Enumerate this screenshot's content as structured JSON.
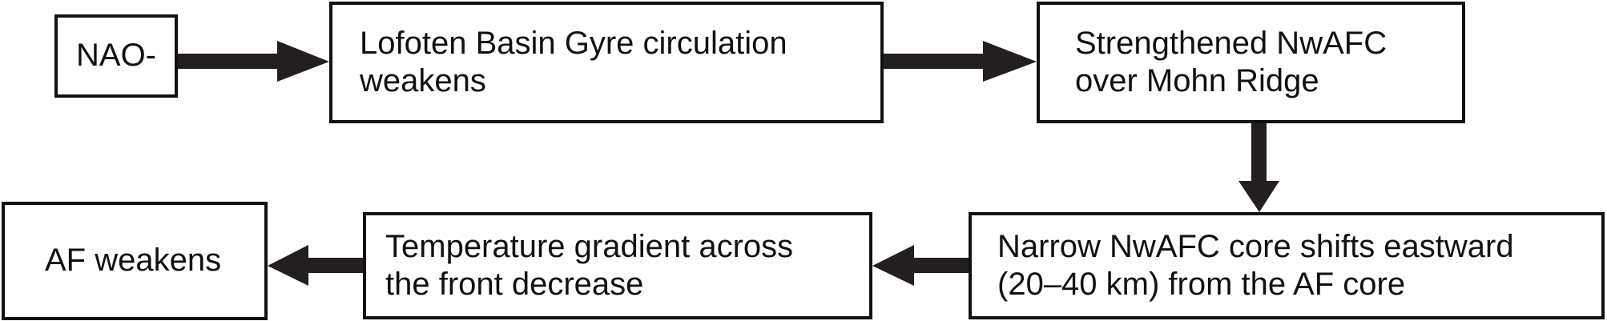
{
  "nodes": {
    "nao": {
      "text": "NAO-"
    },
    "gyre": {
      "line1": "Lofoten Basin Gyre circulation",
      "line2": "weakens"
    },
    "nwafc": {
      "line1": "Strengthened NwAFC",
      "line2": "over Mohn Ridge"
    },
    "core": {
      "line1": "Narrow NwAFC core shifts eastward",
      "line2": "(20–40 km) from the AF core"
    },
    "gradient": {
      "line1": "Temperature gradient across",
      "line2": "the front decrease"
    },
    "af": {
      "text": "AF weakens"
    }
  },
  "edges": [
    {
      "from": "nao",
      "to": "gyre"
    },
    {
      "from": "gyre",
      "to": "nwafc"
    },
    {
      "from": "nwafc",
      "to": "core"
    },
    {
      "from": "core",
      "to": "gradient"
    },
    {
      "from": "gradient",
      "to": "af"
    }
  ],
  "colors": {
    "line": "#111111",
    "arrow": "#231f20",
    "background": "#ffffff"
  }
}
